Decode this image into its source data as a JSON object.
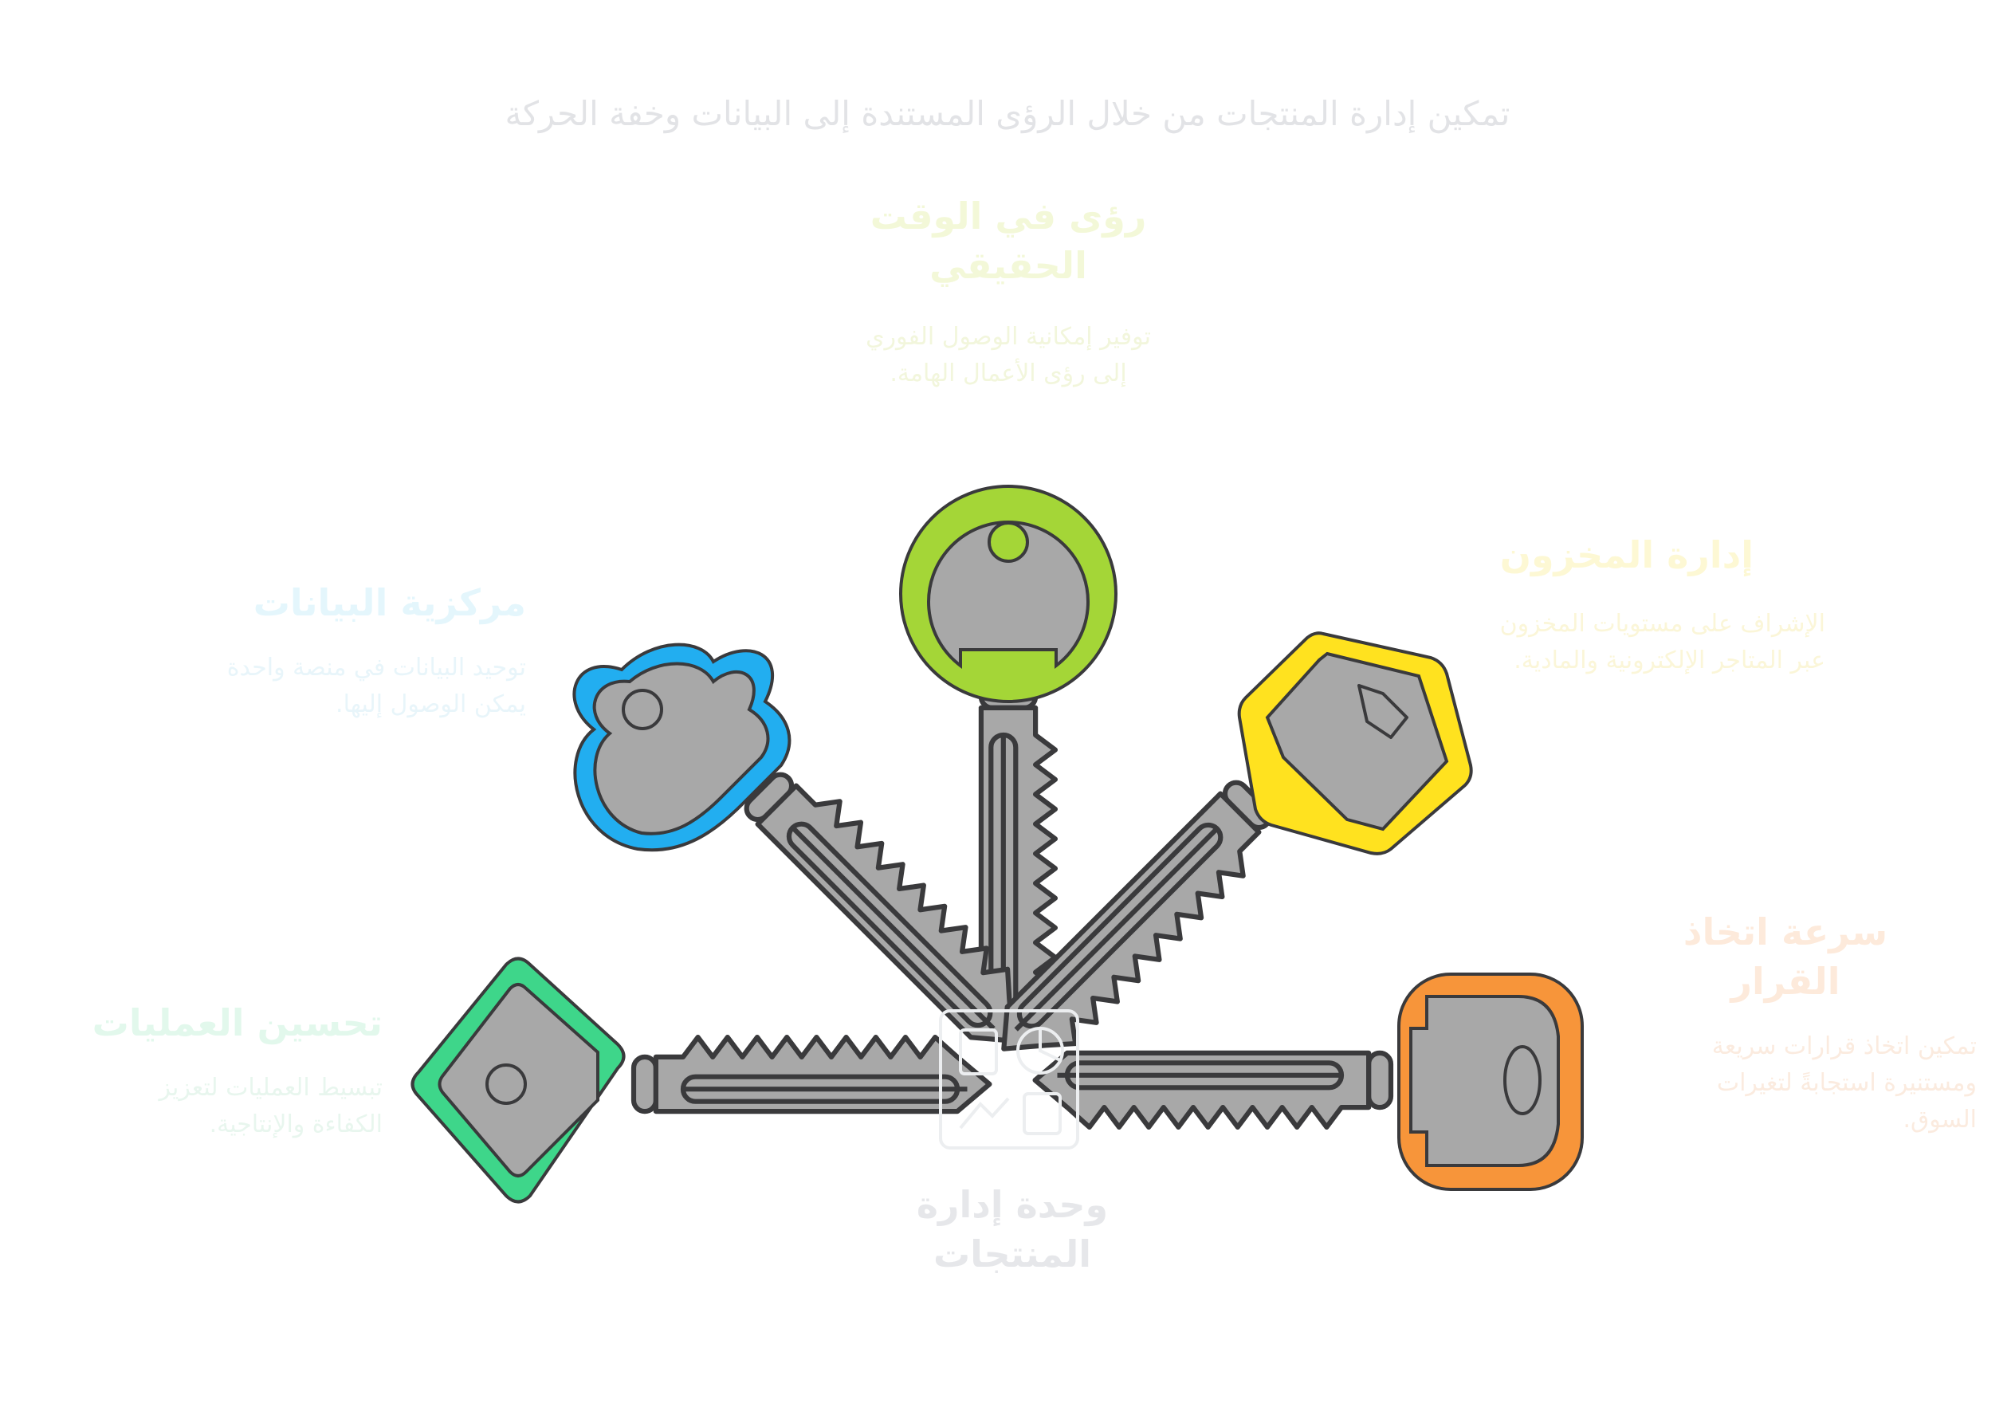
{
  "title": "تمكين إدارة المنتجات من خلال الرؤى المستندة إلى البيانات وخفة الحركة",
  "center": {
    "label": "وحدة إدارة المنتجات",
    "icon": "dashboard-icon"
  },
  "items": [
    {
      "id": "operations",
      "title": "تحسين العمليات",
      "description": "تبسيط العمليات لتعزيز الكفاءة والإنتاجية.",
      "color": "#3ed68a",
      "key_shape": "diamond-key"
    },
    {
      "id": "data-centralization",
      "title": "مركزية البيانات",
      "description": "توحيد البيانات في منصة واحدة يمكن الوصول إليها.",
      "color": "#22aef0",
      "key_shape": "cloud-key"
    },
    {
      "id": "realtime-insights",
      "title": "رؤى في الوقت الحقيقي",
      "description": "توفير إمكانية الوصول الفوري إلى رؤى الأعمال الهامة.",
      "color": "#a4d637",
      "key_shape": "round-key"
    },
    {
      "id": "inventory",
      "title": "إدارة المخزون",
      "description": "الإشراف على مستويات المخزون عبر المتاجر الإلكترونية والمادية.",
      "color": "#ffe21f",
      "key_shape": "hexagon-key"
    },
    {
      "id": "decision-speed",
      "title": "سرعة اتخاذ القرار",
      "description": "تمكين اتخاذ قرارات سريعة ومستنيرة استجابةً لتغيرات السوق.",
      "color": "#f7953a",
      "key_shape": "rounded-rect-key"
    }
  ]
}
